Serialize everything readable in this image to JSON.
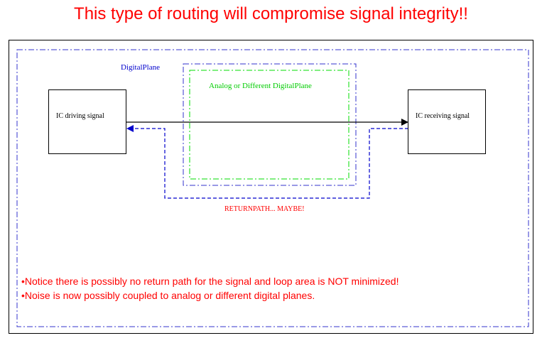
{
  "slide": {
    "title": "This type of routing will compromise signal integrity!!"
  },
  "diagram": {
    "digital_plane_label": "DigitalPlane",
    "analog_plane_label": "Analog or Different DigitalPlane",
    "driver_label": "IC driving signal",
    "receiver_label": "IC receiving signal",
    "return_path_label": "RETURNPATH... MAYBE!"
  },
  "notes": [
    "•Notice there is possibly no return path for the signal and loop area is NOT minimized!",
    "•Noise is now possibly coupled to analog or different digital planes."
  ],
  "colors": {
    "title": "#ff0000",
    "digital_plane": "#3333cc",
    "analog_plane": "#00dd00",
    "return_path": "#0000cc",
    "signal": "#000000"
  }
}
